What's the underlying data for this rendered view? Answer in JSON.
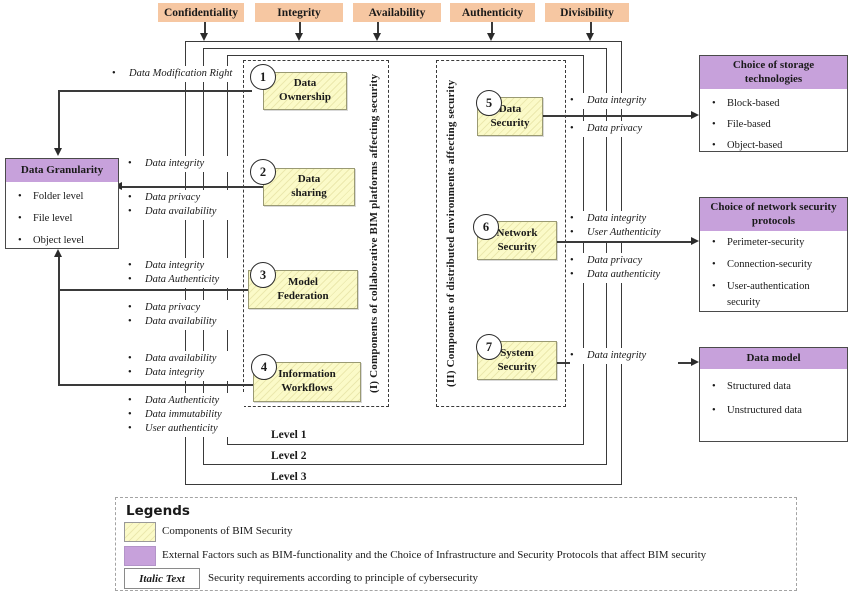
{
  "principles": [
    "Confidentiality",
    "Integrity",
    "Availability",
    "Authenticity",
    "Divisibility"
  ],
  "levels": [
    "Level 1",
    "Level 2",
    "Level 3"
  ],
  "granularity": {
    "title": "Data Granularity",
    "items": [
      "Folder level",
      "File level",
      "Object level"
    ]
  },
  "sections": {
    "one": "(I) Components of collaborative BIM platforms affecting security",
    "two": "(II) Components of distributed environments affecting security"
  },
  "components": {
    "c1": {
      "num": "1",
      "line1": "Data",
      "line2": "Ownership"
    },
    "c2": {
      "num": "2",
      "line1": "Data",
      "line2": "sharing"
    },
    "c3": {
      "num": "3",
      "line1": "Model",
      "line2": "Federation"
    },
    "c4": {
      "num": "4",
      "line1": "Information",
      "line2": "Workflows"
    },
    "c5": {
      "num": "5",
      "line1": "Data",
      "line2": "Security"
    },
    "c6": {
      "num": "6",
      "line1": "Network",
      "line2": "Security"
    },
    "c7": {
      "num": "7",
      "line1": "System",
      "line2": "Security"
    }
  },
  "requirements": {
    "left": {
      "a": [
        "Data Modification Right"
      ],
      "b": [
        "Data integrity"
      ],
      "c": [
        "Data privacy",
        "Data availability"
      ],
      "d": [
        "Data integrity",
        "Data Authenticity"
      ],
      "e": [
        "Data privacy",
        "Data availability"
      ],
      "f": [
        "Data availability",
        "Data integrity"
      ],
      "g": [
        "Data Authenticity",
        "Data immutability",
        "User authenticity"
      ]
    },
    "right": {
      "h1": [
        "Data integrity"
      ],
      "h2": [
        "Data privacy"
      ],
      "i": [
        "Data integrity",
        "User Authenticity"
      ],
      "j": [
        "Data privacy",
        "Data authenticity"
      ],
      "k": [
        "Data integrity"
      ]
    }
  },
  "external": {
    "storage": {
      "title": "Choice of storage technologies",
      "items": [
        "Block-based",
        "File-based",
        "Object-based"
      ]
    },
    "network": {
      "title": "Choice of network security protocols",
      "items": [
        "Perimeter-security",
        "Connection-security",
        "User-authentication security"
      ]
    },
    "datamodel": {
      "title": "Data model",
      "items": [
        "Structured data",
        "Unstructured data"
      ]
    }
  },
  "legend": {
    "title": "Legends",
    "yellow_label": "Components of BIM Security",
    "purple_label": "External Factors such as BIM-functionality and the Choice of Infrastructure and Security Protocols that affect BIM security",
    "italic_sample": "Italic Text",
    "italic_label": "Security requirements according to principle of cybersecurity"
  },
  "colors": {
    "principle_fill": "#F6C7A2",
    "component_fill": "#FBFAC8",
    "external_fill": "#C7A1DB",
    "line": "#3a3a3a"
  }
}
